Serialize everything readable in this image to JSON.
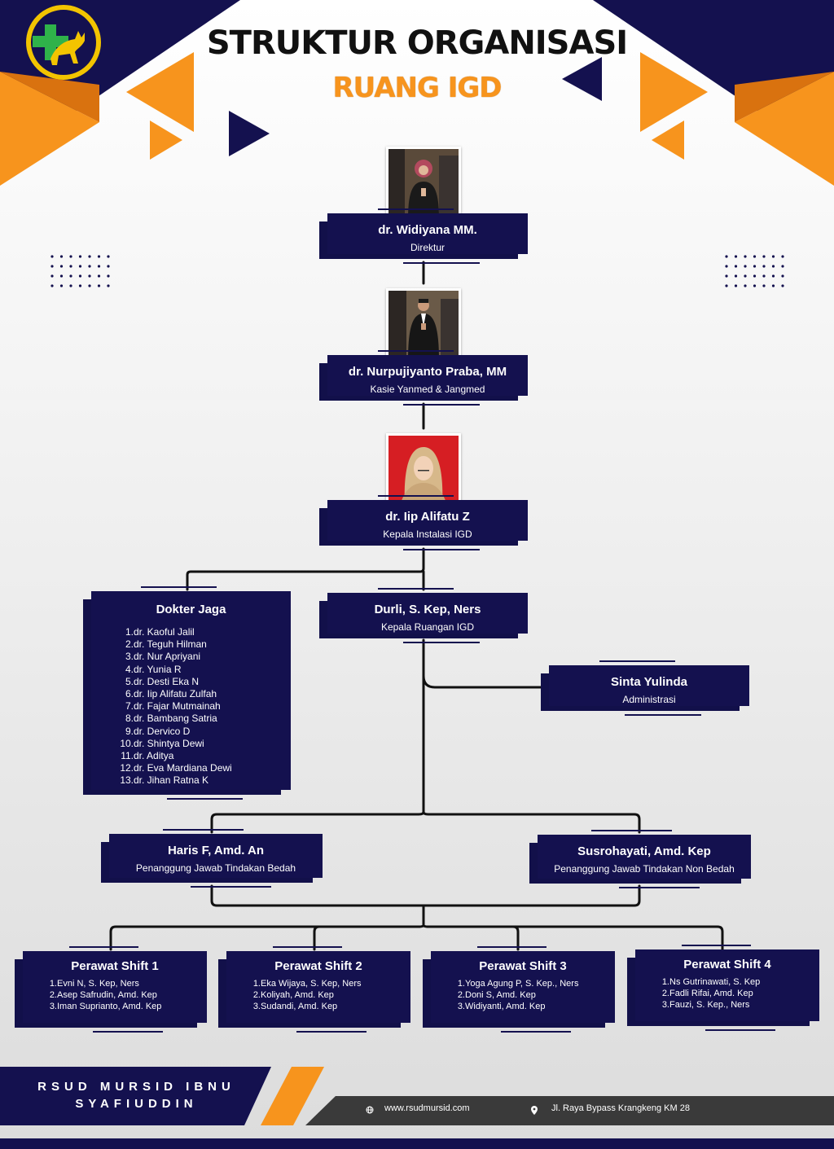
{
  "header": {
    "title": "STRUKTUR ORGANISASI",
    "subtitle": "RUANG IGD"
  },
  "nodes": {
    "direktur": {
      "name": "dr. Widiyana MM.",
      "role": "Direktur"
    },
    "kasie": {
      "name": "dr. Nurpujiyanto Praba, MM",
      "role": "Kasie Yanmed & Jangmed"
    },
    "kepala_instalasi": {
      "name": "dr. Iip Alifatu Z",
      "role": "Kepala Instalasi IGD"
    },
    "kepala_ruangan": {
      "name": "Durli, S. Kep, Ners",
      "role": "Kepala Ruangan IGD"
    },
    "administrasi": {
      "name": "Sinta Yulinda",
      "role": "Administrasi"
    },
    "pj_bedah": {
      "name": "Haris F, Amd. An",
      "role": "Penanggung Jawab Tindakan Bedah"
    },
    "pj_non_bedah": {
      "name": "Susrohayati, Amd. Kep",
      "role": "Penanggung Jawab Tindakan Non Bedah"
    }
  },
  "dokter_jaga": {
    "title": "Dokter Jaga",
    "members": [
      "dr. Kaoful Jalil",
      "dr. Teguh Hilman",
      "dr. Nur Apriyani",
      "dr. Yunia R",
      "dr. Desti Eka N",
      "dr. Iip Alifatu Zulfah",
      "dr. Fajar Mutmainah",
      "dr. Bambang Satria",
      "dr. Dervico D",
      "dr. Shintya Dewi",
      "dr. Aditya",
      "dr. Eva Mardiana Dewi",
      "dr. Jihan Ratna K"
    ]
  },
  "shifts": [
    {
      "title": "Perawat Shift 1",
      "members": [
        "Evni N, S. Kep, Ners",
        "Asep Safrudin, Amd. Kep",
        "Iman Suprianto, Amd. Kep"
      ]
    },
    {
      "title": "Perawat Shift 2",
      "members": [
        "Eka Wijaya, S. Kep, Ners",
        "Koliyah, Amd. Kep",
        "Sudandi, Amd. Kep"
      ]
    },
    {
      "title": "Perawat Shift 3",
      "members": [
        "Yoga Agung P, S. Kep., Ners",
        "Doni S, Amd. Kep",
        "Widiyanti, Amd. Kep"
      ]
    },
    {
      "title": "Perawat Shift 4",
      "members": [
        "Ns Gutrinawati, S. Kep",
        "Fadli Rifai, Amd. Kep",
        "Fauzi, S. Kep., Ners"
      ]
    }
  ],
  "footer": {
    "org_line1": "RSUD MURSID IBNU",
    "org_line2": "SYAFIUDDIN",
    "website": "www.rsudmursid.com",
    "address": "Jl. Raya Bypass Krangkeng KM 28"
  },
  "icons": {
    "logo": "deer-cross-logo-icon",
    "website": "globe-icon",
    "address": "map-pin-icon"
  },
  "colors": {
    "navy": "#14114f",
    "orange": "#f7941d",
    "dark_orange": "#d9720f",
    "footer_dark": "#3a3a3a"
  }
}
